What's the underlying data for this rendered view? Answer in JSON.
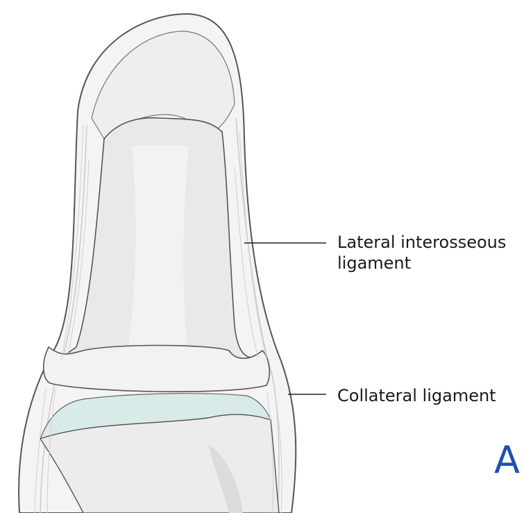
{
  "labels": {
    "lateral_interosseous_line1": "Lateral interosseous",
    "lateral_interosseous_line2": "ligament",
    "collateral": "Collateral ligament"
  },
  "logo": {
    "letter": "A",
    "color": "#1f4fb0"
  },
  "colors": {
    "bone": "#efefef",
    "bone_shade": "#e1e1e1",
    "capsule": "#f4f4f4",
    "cartilage": "#d9ebe9",
    "outline": "#444444",
    "fiber": "#d6d6d6"
  }
}
